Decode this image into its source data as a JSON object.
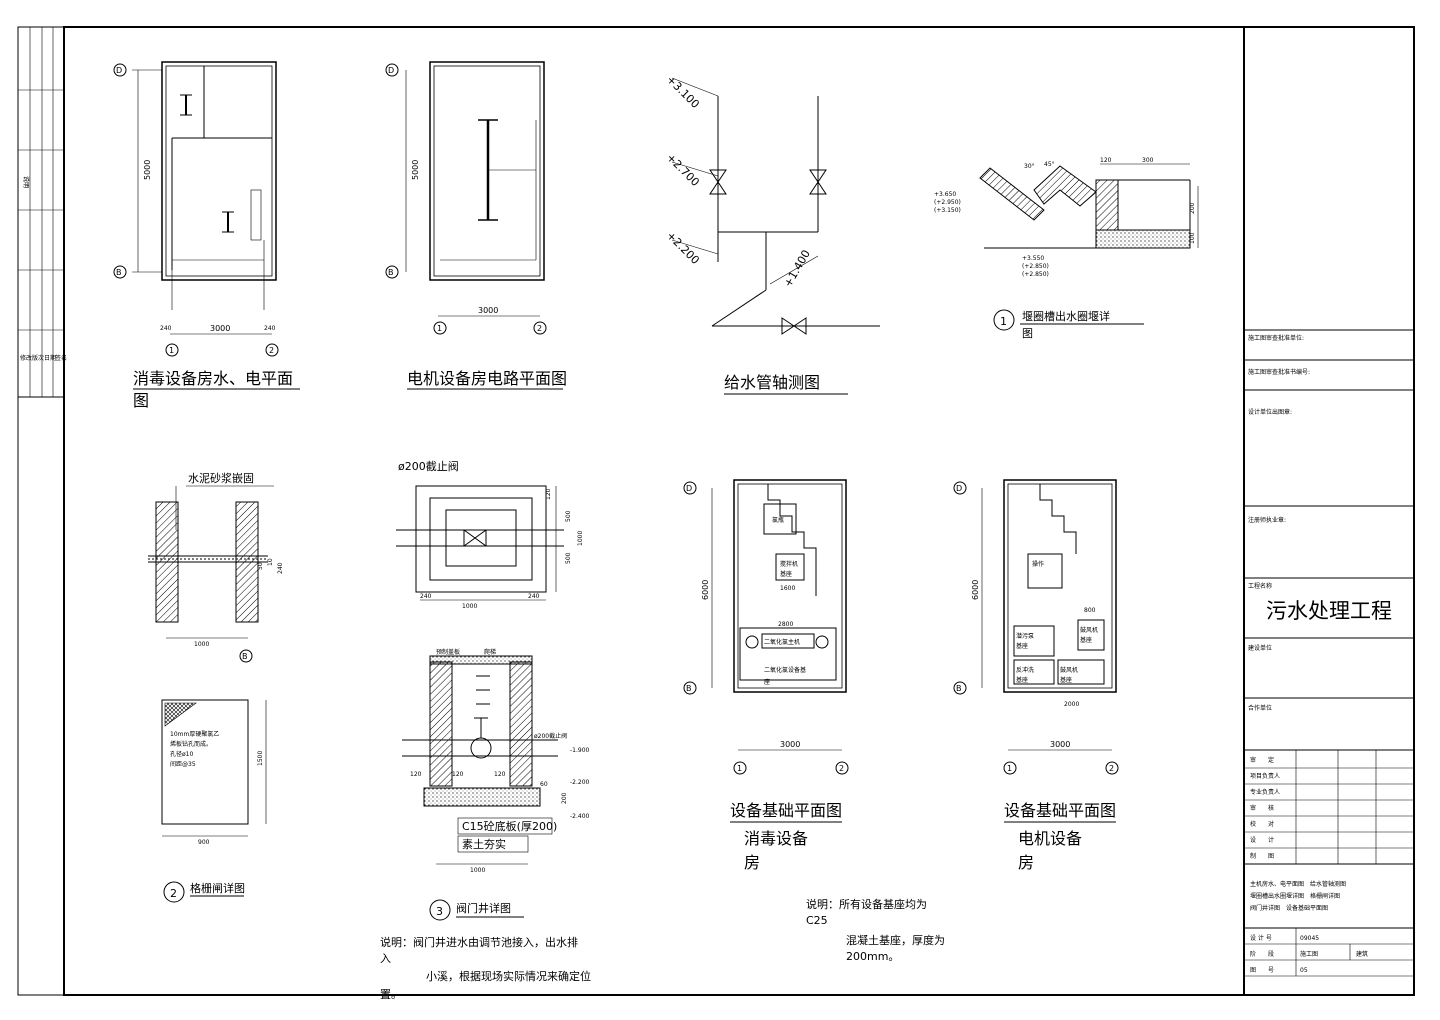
{
  "titles": {
    "disinfect_plan": "消毒设备房水、电平面",
    "disinfect_plan_2": "图",
    "motor_plan": "电机设备房电路平面图",
    "pipe_iso": "给水管轴测图",
    "weir_num": "1",
    "weir": "堰圈槽出水圈堰详",
    "weir_2": "图",
    "sieve_num": "2",
    "sieve": "格栅闸详图",
    "valve_num": "3",
    "valve_well": "阀门井详图",
    "found1": "设备基础平面图",
    "found1_sub": "消毒设备",
    "found1_sub2": "房",
    "found2": "设备基础平面图",
    "found2_sub": "电机设备",
    "found2_sub2": "房"
  },
  "notes": {
    "valve_note_1": "说明：阀门井进水由调节池接入，出水排",
    "valve_note_2": "入",
    "valve_note_3": "小溪，根据现场实际情况来确定位",
    "valve_note_4": "置。",
    "found_note_1": "说明：所有设备基座均为",
    "found_note_2": "C25",
    "found_note_3": "混凝土基座，厚度为",
    "found_note_4": "200mm。"
  },
  "labels": {
    "cement": "水泥砂浆嵌固",
    "valve200": "ø200截止阀",
    "c15": "C15砼底板(厚200)",
    "soil": "素土夯实",
    "sieve_desc_1": "10mm厚硬聚氯乙",
    "sieve_desc_2": "烯板钻孔而成。",
    "sieve_desc_3": "孔径ø10",
    "sieve_desc_4": "间距@35",
    "bottle": "氯瓶",
    "chlorine_machine": "二氧化氯主机",
    "chlorine_base": "二氧化氯设备基",
    "chlorine_base_2": "座",
    "stirrer": "搅拌机",
    "stirrer_2": "基座",
    "dist_valve": "操作",
    "blower_base": "鼓风机",
    "blower_base_2": "基座",
    "pump_base": "潜污泵",
    "pump_base_2": "基座",
    "pump_base_b": "反冲洗",
    "pump_base_b2": "基座",
    "fan_base": "鼓风机",
    "fan_base_2": "基座",
    "cover": "预制盖板",
    "ladder": "爬梯",
    "valve_small": "ø200截止阀"
  },
  "dims": {
    "d5000a": "5000",
    "d3000a": "3000",
    "d240a": "240",
    "d240b": "240",
    "d5000b": "5000",
    "d3000b": "3000",
    "d6000a": "6000",
    "d3000c": "3000",
    "d6000b": "6000",
    "d3000d": "3000",
    "d1000a": "1000",
    "d1000b": "1000",
    "d1000c": "1000",
    "d1500": "1500",
    "d900": "900",
    "d240c": "240",
    "d240d": "240",
    "d500a": "500",
    "d500b": "500",
    "d1000d": "1000",
    "d120a": "120",
    "d120b": "120",
    "d120c": "120",
    "d120d": "120",
    "d60": "60",
    "d200a": "200",
    "d120e": "120",
    "d300": "300",
    "d200b": "200",
    "d100": "100",
    "d50": "50",
    "d10": "10",
    "d240e": "240",
    "d2800": "2800",
    "d1600": "1600",
    "d800": "800",
    "d2000": "2000"
  },
  "elevations": {
    "e3100": "+3.100",
    "e2700": "+2.700",
    "e2200": "+2.200",
    "e1400": "+1.400",
    "m1900": "-1.900",
    "m2200": "-2.200",
    "m2400": "-2.400",
    "w1": "+3.650",
    "w2": "(+2.950)",
    "w3": "(+3.150)",
    "w4": "+3.550",
    "w5": "(+2.850)",
    "w6": "(+2.850)",
    "a45": "45°",
    "a30": "30°"
  },
  "axes": {
    "a1": "1",
    "a2": "2",
    "b": "B",
    "d": "D"
  },
  "titleblock": {
    "review_unit": "施工图审查批准单位:",
    "review_no": "施工图审查批准书编号:",
    "design_seal": "设计单位出图章:",
    "reg_stamp": "注册师执业章:",
    "project_label": "工程名称",
    "project_name": "污水处理工程",
    "build_unit": "建设单位",
    "coop_unit": "合作单位",
    "roles": [
      "审　　定",
      "项目负责人",
      "专业负责人",
      "审　　核",
      "校　　对",
      "设　　计",
      "制　　图"
    ],
    "drawing_list": [
      "主机房水、电平面图　给水管轴测图",
      "堰圈槽出水圈堰详图　格栅闸详图",
      "阀门井详图　设备基础平面图"
    ],
    "design_no_label": "设 计 号",
    "design_no": "09045",
    "stage_label": "阶　　段",
    "stage": "施工图",
    "discipline": "建筑",
    "sheet_no_label": "图　　号",
    "sheet_no": "05"
  },
  "revision": {
    "r1": "说明",
    "r2": "修改",
    "r3": "版次",
    "r4": "日期",
    "r5": "签名"
  }
}
